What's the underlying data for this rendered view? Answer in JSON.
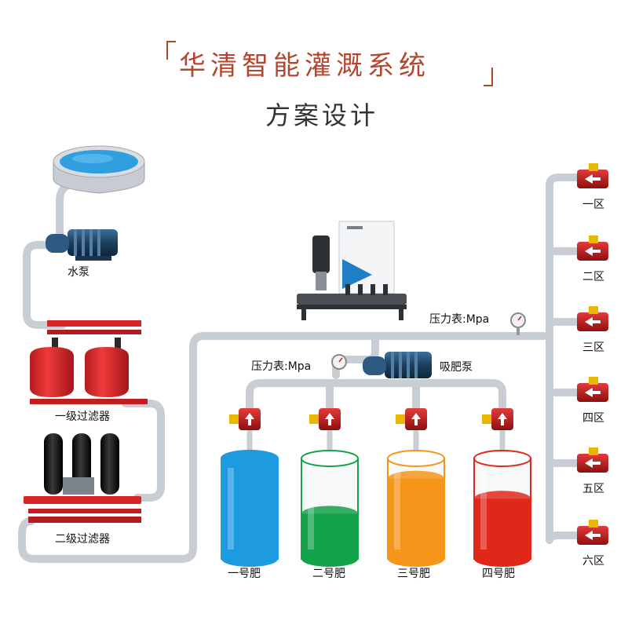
{
  "header": {
    "title": "华清智能灌溉系统",
    "subtitle": "方案设计"
  },
  "labels": {
    "pump": "水泵",
    "primary_filter": "一级过滤器",
    "secondary_filter": "二级过滤器",
    "pressure_gauge_1": "压力表:Mpa",
    "pressure_gauge_2": "压力表:Mpa",
    "suction_pump": "吸肥泵"
  },
  "zones": [
    "一区",
    "二区",
    "三区",
    "四区",
    "五区",
    "六区"
  ],
  "tanks": [
    {
      "label": "一号肥",
      "color": "#1e9be0",
      "fill_level": 1.0
    },
    {
      "label": "二号肥",
      "color": "#14a24a",
      "fill_level": 0.45
    },
    {
      "label": "三号肥",
      "color": "#f5961b",
      "fill_level": 0.8
    },
    {
      "label": "四号肥",
      "color": "#e0281a",
      "fill_level": 0.6
    }
  ],
  "colors": {
    "title": "#b5452f",
    "pipe": "#d9dde2",
    "filter_red": "#d8252a",
    "filter_black": "#1a1a1a"
  }
}
